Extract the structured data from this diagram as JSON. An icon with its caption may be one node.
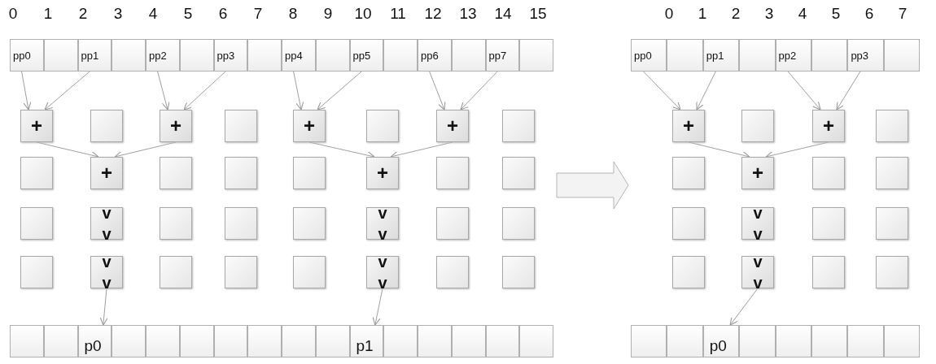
{
  "diagram": {
    "nodes": [
      {
        "text": [],
        "shape": "picture"
      },
      {
        "text": [
          "pp0"
        ],
        "in": 0
      },
      {
        "text": [],
        "shape": "box",
        "in": 0
      },
      {
        "text": [
          "pp1"
        ],
        "in": 0
      },
      {
        "text": [],
        "shape": "box",
        "in": 0
      },
      {
        "text": [
          "pp2"
        ],
        "in": 0
      },
      {
        "text": [],
        "shape": "box",
        "in": 0
      },
      {
        "text": [
          "pp3"
        ],
        "in": 0
      },
      {
        "text": [],
        "shape": "box",
        "in": 0
      },
      {
        "text": [
          "pp4"
        ],
        "in": 0
      },
      {
        "text": [],
        "shape": "box",
        "in": 0
      },
      {
        "text": [
          "pp5"
        ],
        "in": 0
      },
      {
        "text": [],
        "shape": "box",
        "in": 0
      },
      {
        "text": [
          "pp6"
        ],
        "in": 0
      },
      {
        "text": [],
        "shape": "box",
        "in": 0
      },
      {
        "text": [
          "pp7"
        ],
        "in": 0
      },
      {
        "text": [],
        "shape": "box",
        "in": 0
      },
      {
        "text": [
          "+"
        ],
        "in": 0
      },
      {
        "text": [],
        "shape": "box",
        "in": 0
      },
      {
        "text": [
          "+"
        ],
        "in": 0
      },
      {
        "text": [],
        "shape": "box",
        "in": 0
      },
      {
        "text": [
          "+"
        ],
        "in": 0
      },
      {
        "text": [],
        "shape": "box",
        "in": 0
      },
      {
        "text": [
          "+"
        ],
        "in": 0
      },
      {
        "text": [],
        "shape": "box",
        "in": 0
      },
      {
        "text": [],
        "shape": "box",
        "in": 0
      },
      {
        "text": [
          "+"
        ],
        "in": 0
      },
      {
        "text": [],
        "shape": "box",
        "in": 0
      },
      {
        "text": [],
        "shape": "box",
        "in": 0
      },
      {
        "text": [],
        "shape": "box",
        "in": 0
      },
      {
        "text": [
          "+"
        ],
        "in": 0
      },
      {
        "text": [],
        "shape": "box",
        "in": 0
      },
      {
        "text": [],
        "shape": "box",
        "in": 0
      },
      {
        "text": [],
        "shape": "box",
        "in": 0
      },
      {
        "text": [
          "v v"
        ],
        "in": 0
      },
      {
        "text": [],
        "shape": "box",
        "in": 0
      },
      {
        "text": [],
        "shape": "box",
        "in": 0
      },
      {
        "text": [],
        "shape": "box",
        "in": 0
      },
      {
        "text": [
          "v v"
        ],
        "in": 0
      },
      {
        "text": [],
        "shape": "box",
        "in": 0
      },
      {
        "text": [],
        "shape": "box",
        "in": 0
      },
      {
        "text": [],
        "shape": "box",
        "in": 0
      },
      {
        "text": [
          "v v"
        ],
        "in": 0
      },
      {
        "text": [],
        "shape": "box",
        "in": 0
      },
      {
        "text": [],
        "shape": "box",
        "in": 0
      },
      {
        "text": [],
        "shape": "box",
        "in": 0
      },
      {
        "text": [
          "v v"
        ],
        "in": 0
      },
      {
        "text": [],
        "shape": "box",
        "in": 0
      },
      {
        "text": [],
        "shape": "box",
        "in": 0
      },
      {
        "text": [],
        "shape": "box",
        "in": 0
      },
      {
        "text": [],
        "shape": "box",
        "in": 0
      },
      {
        "text": [
          "p0"
        ],
        "in": 0
      },
      {
        "text": [],
        "shape": "box",
        "in": 0
      },
      {
        "text": [],
        "shape": "box",
        "in": 0
      },
      {
        "text": [],
        "shape": "box",
        "in": 0
      },
      {
        "text": [],
        "shape": "box",
        "in": 0
      },
      {
        "text": [],
        "shape": "box",
        "in": 0
      },
      {
        "text": [],
        "shape": "box",
        "in": 0
      },
      {
        "text": [],
        "shape": "box",
        "in": 0
      },
      {
        "text": [
          "p1"
        ],
        "in": 0
      },
      {
        "text": [],
        "shape": "box",
        "in": 0
      },
      {
        "text": [],
        "shape": "box",
        "in": 0
      },
      {
        "text": [],
        "shape": "box",
        "in": 0
      },
      {
        "text": [],
        "shape": "box",
        "in": 0
      },
      {
        "text": [],
        "shape": "box",
        "in": 0
      },
      {
        "text": [],
        "shape": "picture"
      },
      {
        "text": [
          "pp0"
        ],
        "in": 65
      },
      {
        "text": [],
        "shape": "box",
        "in": 65
      },
      {
        "text": [
          "pp1"
        ],
        "in": 65
      },
      {
        "text": [],
        "shape": "box",
        "in": 65
      },
      {
        "text": [
          "pp2"
        ],
        "in": 65
      },
      {
        "text": [],
        "shape": "box",
        "in": 65
      },
      {
        "text": [
          "pp3"
        ],
        "in": 65
      },
      {
        "text": [],
        "shape": "box",
        "in": 65
      },
      {
        "text": [
          "+"
        ],
        "in": 65
      },
      {
        "text": [],
        "shape": "box",
        "in": 65
      },
      {
        "text": [
          "+"
        ],
        "in": 65
      },
      {
        "text": [],
        "shape": "box",
        "in": 65
      },
      {
        "text": [],
        "shape": "box",
        "in": 65
      },
      {
        "text": [
          "+"
        ],
        "in": 65
      },
      {
        "text": [],
        "shape": "box",
        "in": 65
      },
      {
        "text": [],
        "shape": "box",
        "in": 65
      },
      {
        "text": [],
        "shape": "box",
        "in": 65
      },
      {
        "text": [
          "v v"
        ],
        "in": 65
      },
      {
        "text": [],
        "shape": "box",
        "in": 65
      },
      {
        "text": [],
        "shape": "box",
        "in": 65
      },
      {
        "text": [],
        "shape": "box",
        "in": 65
      },
      {
        "text": [
          "v v"
        ],
        "in": 65
      },
      {
        "text": [],
        "shape": "box",
        "in": 65
      },
      {
        "text": [],
        "shape": "box",
        "in": 65
      },
      {
        "text": [],
        "shape": "box",
        "in": 65
      },
      {
        "text": [],
        "shape": "box",
        "in": 65
      },
      {
        "text": [
          "p0"
        ],
        "in": 65
      },
      {
        "text": [],
        "shape": "box",
        "in": 65
      },
      {
        "text": [],
        "shape": "box",
        "in": 65
      },
      {
        "text": [],
        "shape": "box",
        "in": 65
      },
      {
        "text": [],
        "shape": "box",
        "in": 65
      },
      {
        "text": [],
        "shape": "box",
        "in": 65
      }
    ],
    "edges": [
      {
        "from": 1,
        "to": 17,
        "arrow": "to"
      },
      {
        "from": 3,
        "to": 17,
        "arrow": "to"
      },
      {
        "from": 5,
        "to": 19,
        "arrow": "to"
      },
      {
        "from": 7,
        "to": 19,
        "arrow": "to"
      },
      {
        "from": 9,
        "to": 21,
        "arrow": "to"
      },
      {
        "from": 11,
        "to": 21,
        "arrow": "to"
      },
      {
        "from": 13,
        "to": 23,
        "arrow": "to"
      },
      {
        "from": 15,
        "to": 23,
        "arrow": "to"
      },
      {
        "from": 17,
        "to": 26,
        "arrow": "to"
      },
      {
        "from": 19,
        "to": 26,
        "arrow": "to"
      },
      {
        "from": 21,
        "to": 30,
        "arrow": "to"
      },
      {
        "from": 23,
        "to": 30,
        "arrow": "to"
      },
      {
        "from": 42,
        "to": 51,
        "arrow": "to"
      },
      {
        "from": 46,
        "to": 59,
        "arrow": "to"
      },
      {
        "from": 0,
        "to": 65,
        "arrow": "to"
      },
      {
        "from": 66,
        "to": 74,
        "arrow": "to"
      },
      {
        "from": 68,
        "to": 74,
        "arrow": "to"
      },
      {
        "from": 70,
        "to": 76,
        "arrow": "to"
      },
      {
        "from": 72,
        "to": 76,
        "arrow": "to"
      },
      {
        "from": 74,
        "to": 79,
        "arrow": "to"
      },
      {
        "from": 76,
        "to": 79,
        "arrow": "to"
      },
      {
        "from": 87,
        "to": 92,
        "arrow": "to"
      }
    ],
    "labels": [
      "0",
      "1",
      "2",
      "3",
      "4",
      "5",
      "6",
      "7",
      "8",
      "9",
      "10",
      "11",
      "12",
      "13",
      "14",
      "15",
      "0",
      "1",
      "2",
      "3",
      "4",
      "5",
      "6",
      "7"
    ]
  }
}
